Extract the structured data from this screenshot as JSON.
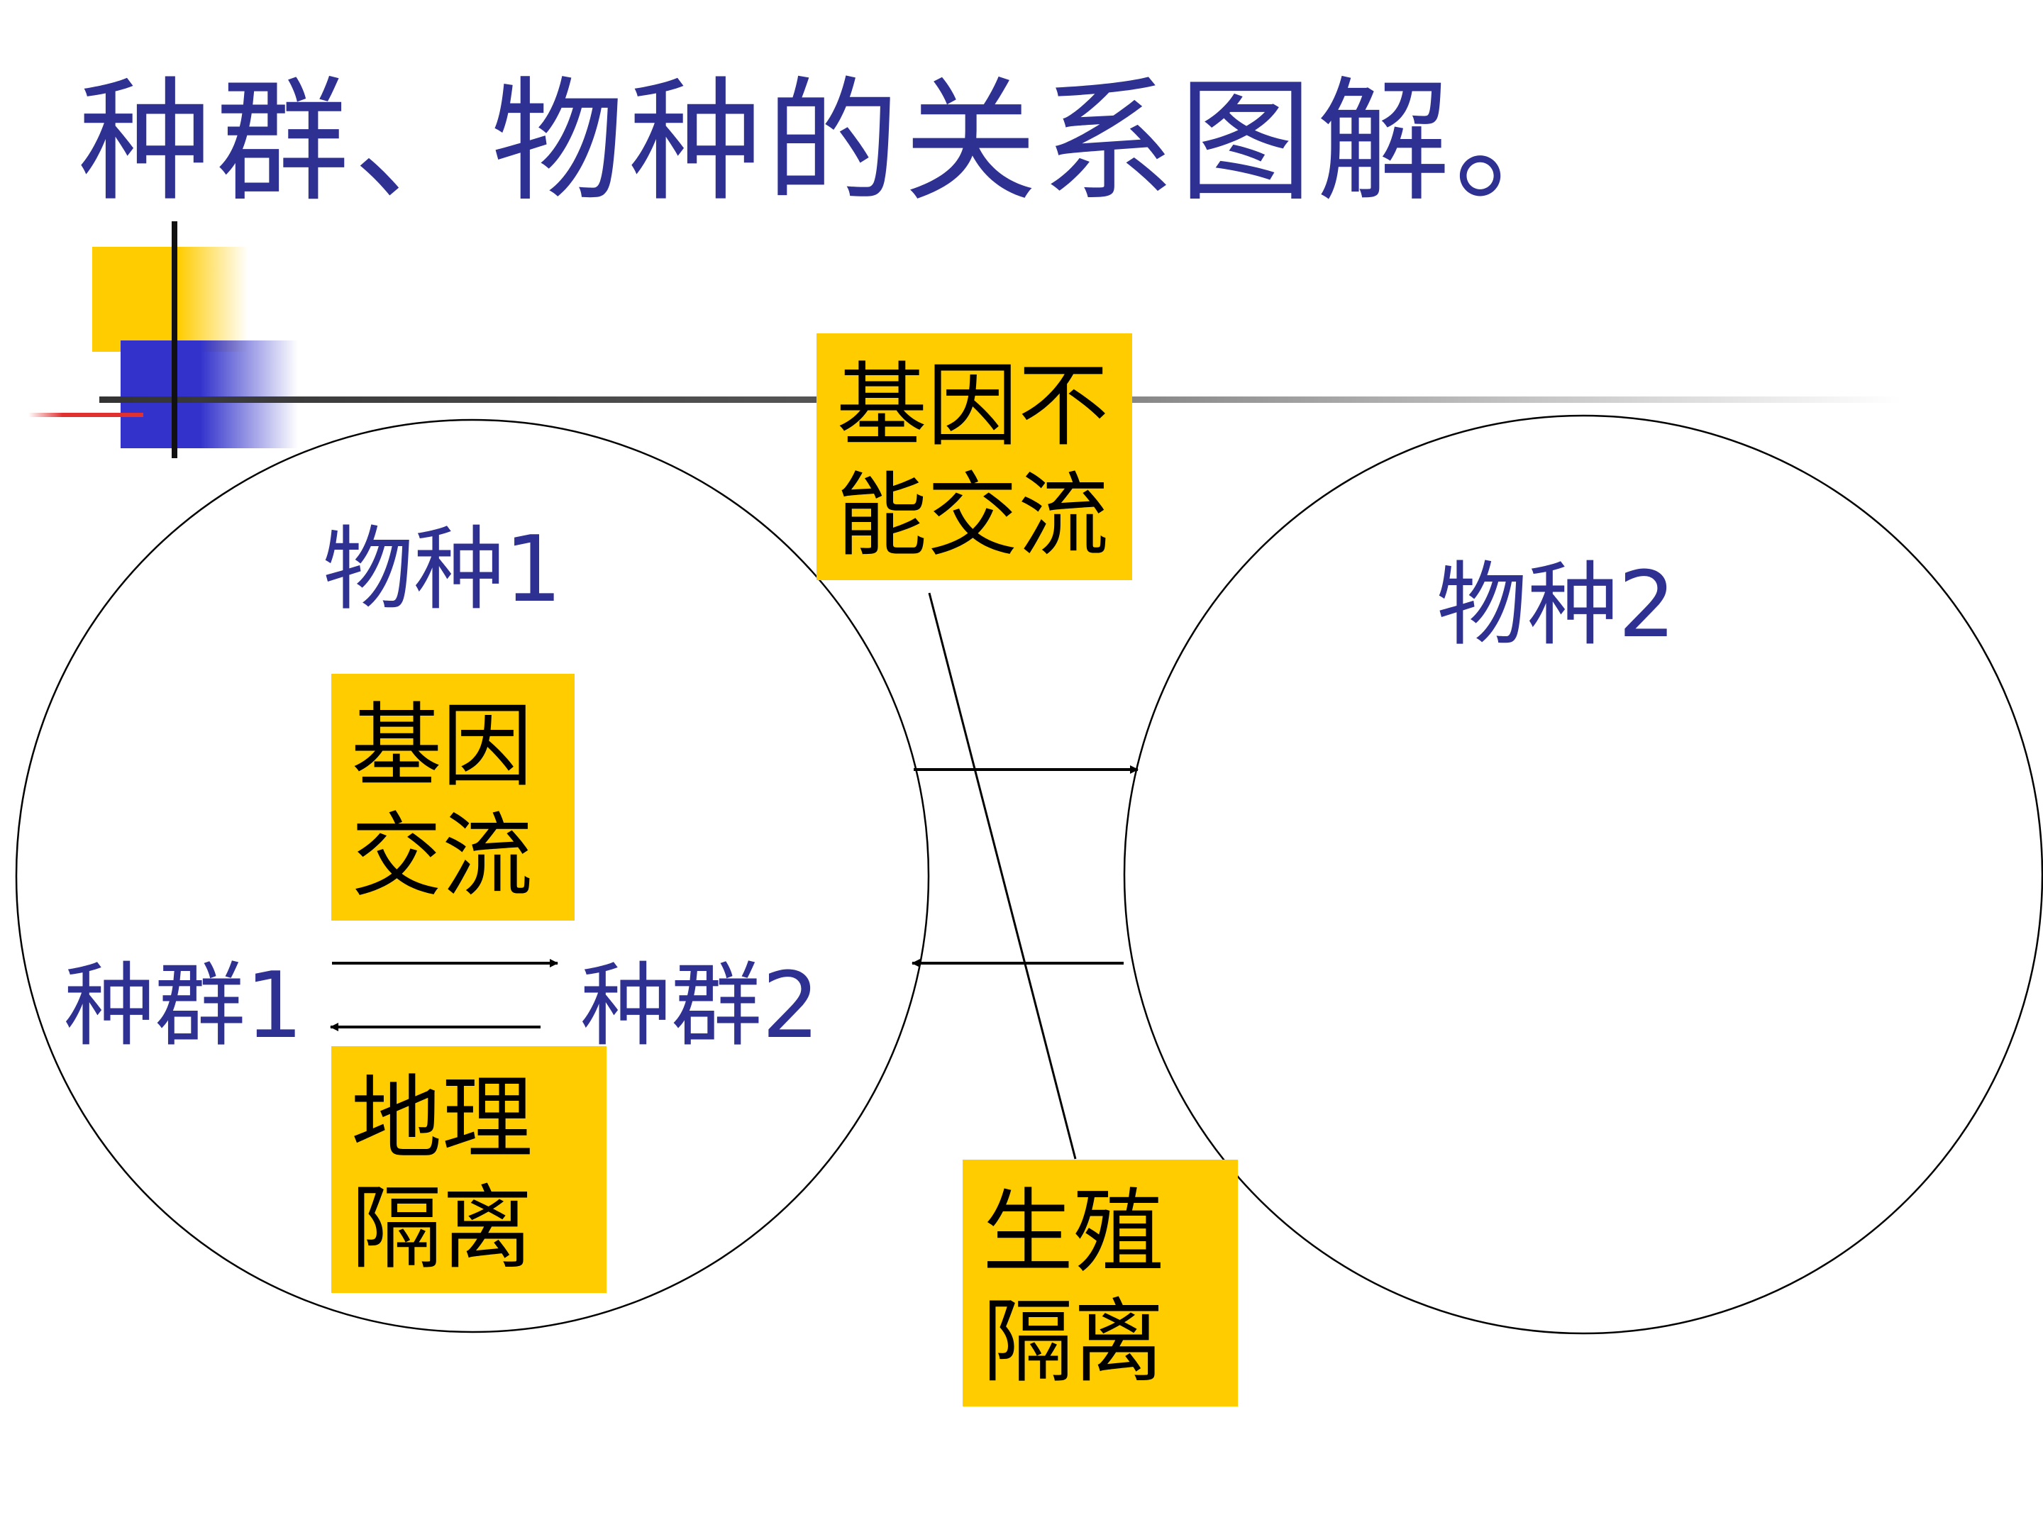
{
  "title": "种群、物种的关系图解。",
  "species": [
    "物种1",
    "物种2"
  ],
  "populations": [
    "种群1",
    "种群2"
  ],
  "boxes": {
    "gene_flow": [
      "基因",
      "交流"
    ],
    "geographic_isolation": [
      "地理",
      "隔离"
    ],
    "no_gene_flow": [
      "基因不",
      "能交流"
    ],
    "reproductive_isolation": [
      "生殖",
      "隔离"
    ]
  },
  "colors": {
    "title_text": "#2e3192",
    "box_fill": "#ffcc00",
    "deco_yellow": "#ffcc00",
    "deco_blue": "#3333cc",
    "deco_red": "#e03030"
  }
}
